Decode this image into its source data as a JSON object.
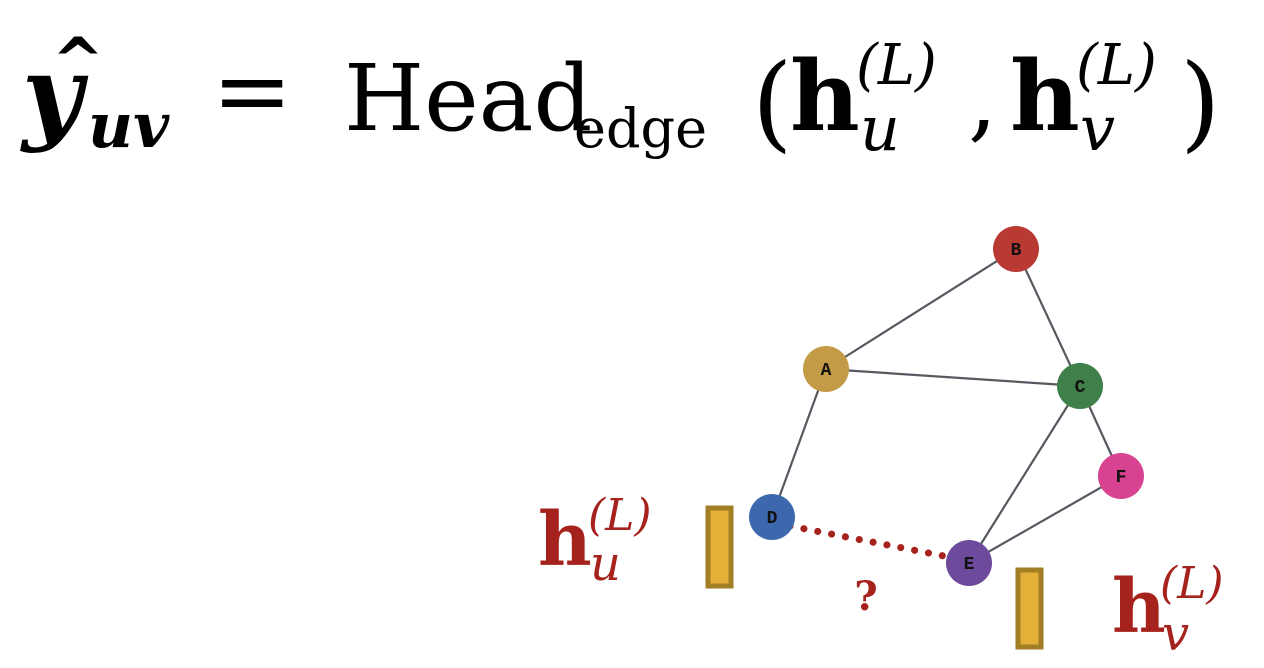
{
  "formula": {
    "lhs_symbol": "y",
    "lhs_subscript": "uv",
    "equals": "=",
    "func_name": "Head",
    "func_subscript": "edge",
    "open_paren": "(",
    "comma": ",",
    "close_paren": ")",
    "arg1_base": "h",
    "arg1_superscript": "(L)",
    "arg1_subscript": "u",
    "arg2_base": "h",
    "arg2_superscript": "(L)",
    "arg2_subscript": "v"
  },
  "graph": {
    "nodes": [
      {
        "id": "B",
        "label": "B",
        "color": "#b83a33"
      },
      {
        "id": "A",
        "label": "A",
        "color": "#c39a45"
      },
      {
        "id": "C",
        "label": "C",
        "color": "#3e7f4a"
      },
      {
        "id": "F",
        "label": "F",
        "color": "#d84391"
      },
      {
        "id": "D",
        "label": "D",
        "color": "#3d68ae"
      },
      {
        "id": "E",
        "label": "E",
        "color": "#6e4a9c"
      }
    ],
    "edges": [
      [
        "A",
        "B"
      ],
      [
        "B",
        "C"
      ],
      [
        "A",
        "C"
      ],
      [
        "A",
        "D"
      ],
      [
        "C",
        "F"
      ],
      [
        "C",
        "E"
      ],
      [
        "F",
        "E"
      ]
    ],
    "query_edge": [
      "D",
      "E"
    ],
    "query_mark": "?",
    "edge_color": "#555a60",
    "query_color": "#a6221c"
  },
  "embeddings": {
    "u_base": "h",
    "u_superscript": "(L)",
    "u_subscript": "u",
    "v_base": "h",
    "v_superscript": "(L)",
    "v_subscript": "v",
    "label_color": "#a6221c",
    "bar_fill": "#e5b038",
    "bar_stroke": "#a27e25"
  }
}
